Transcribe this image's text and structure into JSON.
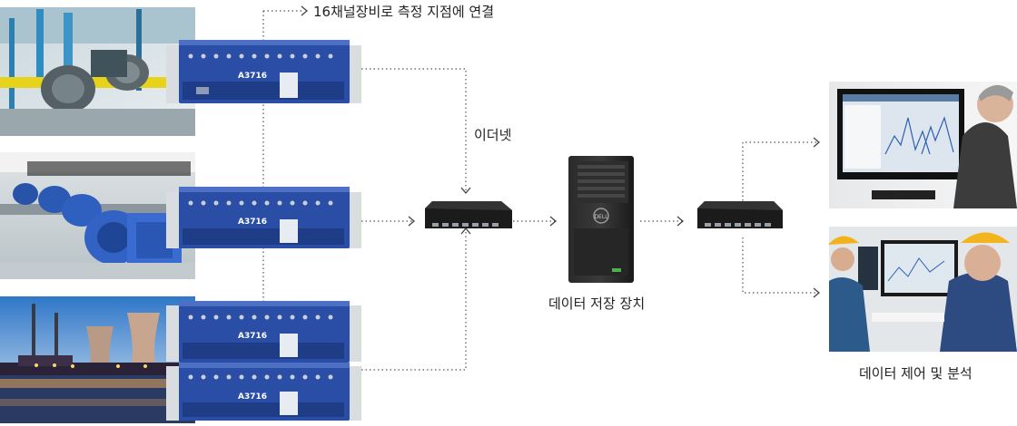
{
  "diagram": {
    "top_connector_label": "16채널장비로 측정 지점에 연결",
    "ethernet_label": "이더넷",
    "storage_label": "데이터 저장 장치",
    "control_label": "데이터 제어 및 분석",
    "device_model": "A3716",
    "server_brand": "DELL"
  },
  "colors": {
    "device_blue": "#2a4ea6",
    "device_dark": "#1f3d86",
    "line": "#555555",
    "switch": "#1b1b1b"
  },
  "photos": [
    "pump-room-photo",
    "motor-row-photo",
    "power-plant-photo",
    "operator-photo",
    "engineers-photo"
  ]
}
